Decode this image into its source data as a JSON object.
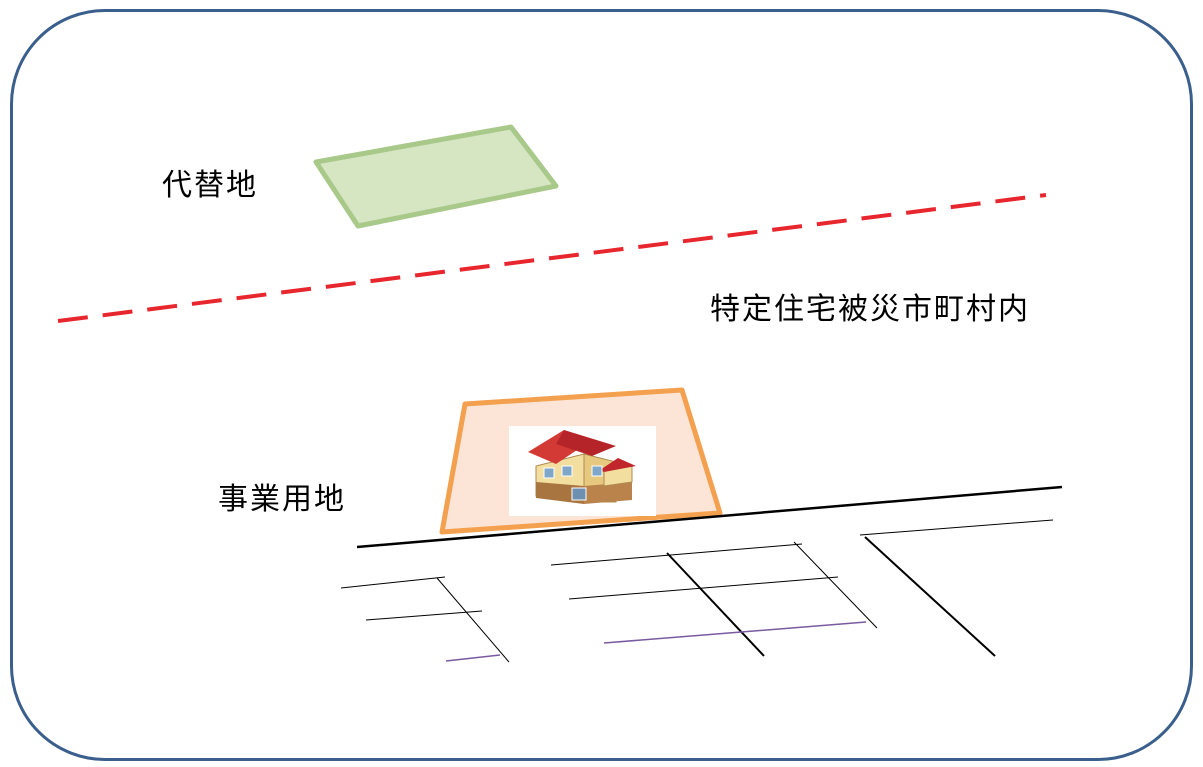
{
  "labels": {
    "alternative_site": "代替地",
    "business_site": "事業用地",
    "municipality": "特定住宅被災市町村内"
  },
  "icons": {
    "house": "house-icon"
  },
  "colors": {
    "frame_border": "#3a5f8c",
    "alternative_site_fill": "#d6e5c2",
    "alternative_site_border": "#a9c98a",
    "boundary_line": "#e8262d",
    "business_site_fill": "#fce4d6",
    "business_site_border": "#f3a04f",
    "road_line": "#000000",
    "minor_line": "#7a5aa0"
  }
}
